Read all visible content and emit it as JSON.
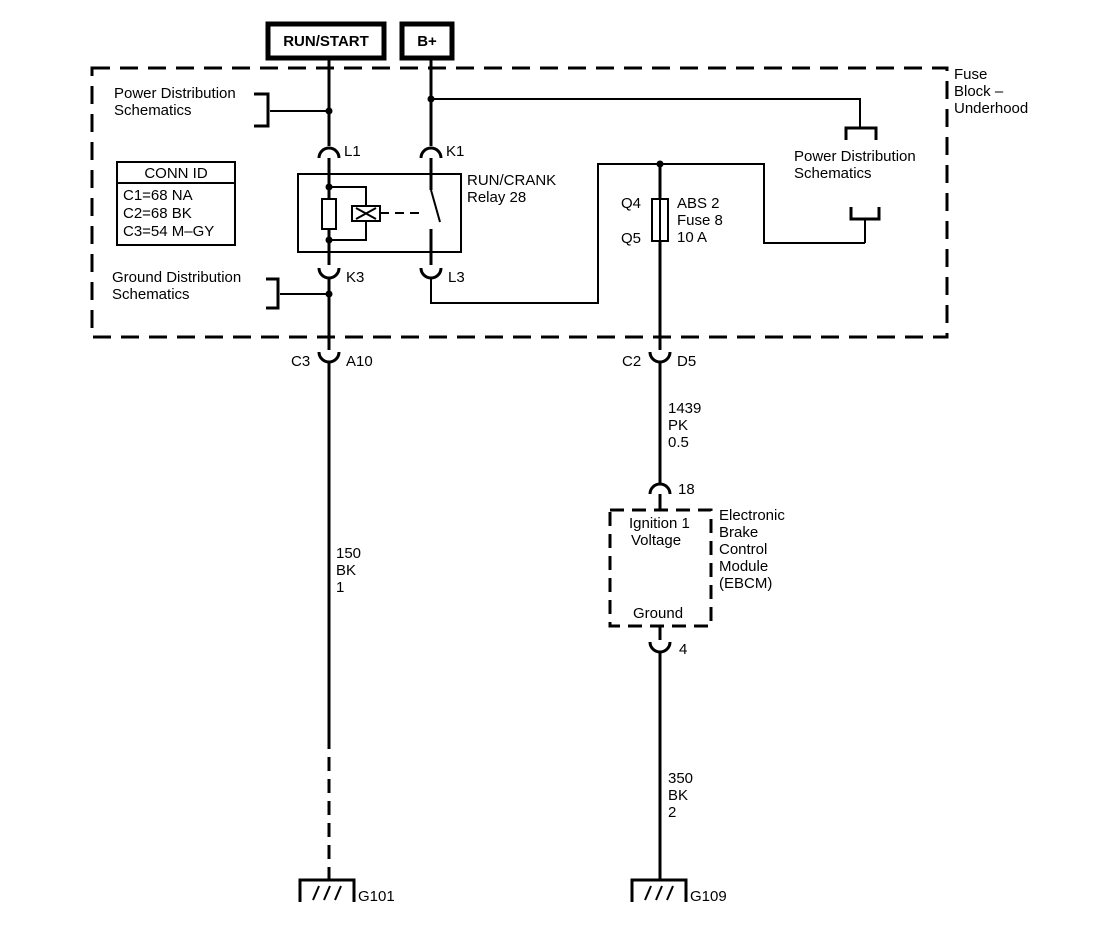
{
  "power_sources": {
    "run_start": "RUN/START",
    "b_plus": "B+"
  },
  "fuse_block": {
    "name_line1": "Fuse",
    "name_line2": "Block –",
    "name_line3": "Underhood"
  },
  "refs": {
    "power_dist_left_l1": "Power Distribution",
    "power_dist_left_l2": "Schematics",
    "power_dist_right_l1": "Power Distribution",
    "power_dist_right_l2": "Schematics",
    "ground_dist_l1": "Ground Distribution",
    "ground_dist_l2": "Schematics"
  },
  "conn_id": {
    "title": "CONN ID",
    "c1": "C1=68 NA",
    "c2": "C2=68 BK",
    "c3": "C3=54 M–GY"
  },
  "relay": {
    "name_line1": "RUN/CRANK",
    "name_line2": "Relay 28"
  },
  "terminals": {
    "l1": "L1",
    "k1": "K1",
    "k3": "K3",
    "l3": "L3",
    "q4": "Q4",
    "q5": "Q5"
  },
  "fuse": {
    "line1": "ABS 2",
    "line2": "Fuse 8",
    "line3": "10 A"
  },
  "connectors": {
    "c3": "C3",
    "a10": "A10",
    "c2": "C2",
    "d5": "D5",
    "pin18": "18",
    "pin4": "4"
  },
  "wires": {
    "w1439": {
      "circuit": "1439",
      "color": "PK",
      "gauge": "0.5"
    },
    "w150": {
      "circuit": "150",
      "color": "BK",
      "gauge": "1"
    },
    "w350": {
      "circuit": "350",
      "color": "BK",
      "gauge": "2"
    }
  },
  "module": {
    "pin_ign_l1": "Ignition 1",
    "pin_ign_l2": "Voltage",
    "pin_gnd": "Ground",
    "name_l1": "Electronic",
    "name_l2": "Brake",
    "name_l3": "Control",
    "name_l4": "Module",
    "name_l5": "(EBCM)"
  },
  "grounds": {
    "g101": "G101",
    "g109": "G109"
  }
}
